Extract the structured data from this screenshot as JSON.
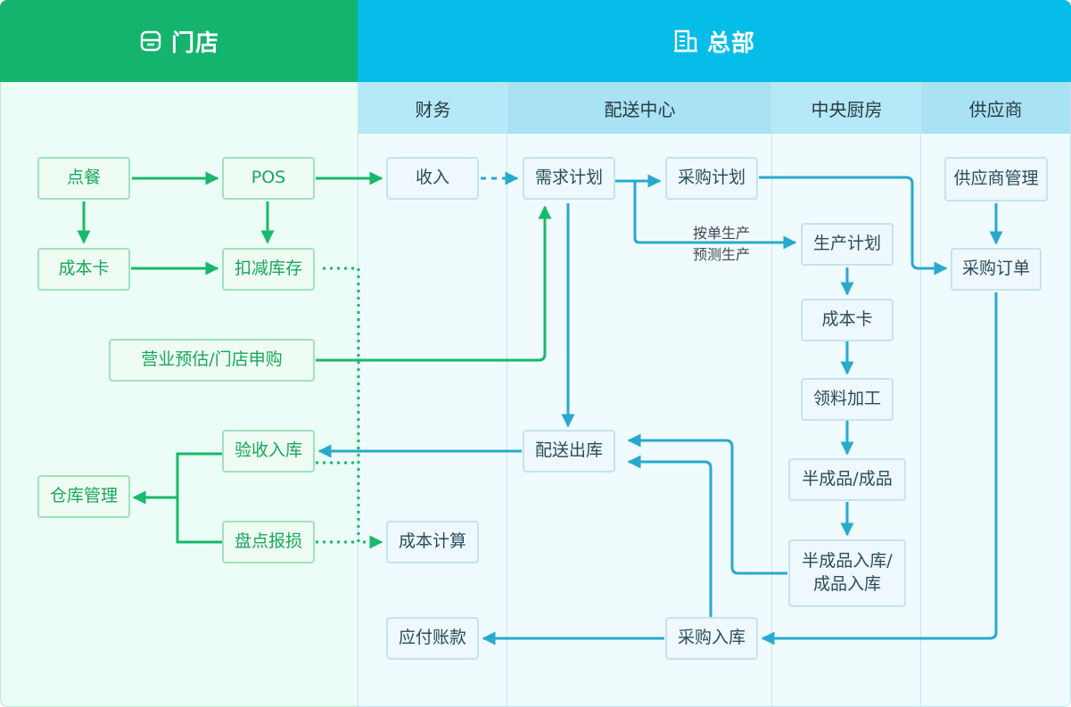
{
  "sections": {
    "store": {
      "title": "门店",
      "icon": "store-icon"
    },
    "hq": {
      "title": "总部",
      "icon": "building-icon"
    }
  },
  "columns": [
    "财务",
    "配送中心",
    "中央厨房",
    "供应商"
  ],
  "nodes": {
    "order": "点餐",
    "pos": "POS",
    "cost_card_store": "成本卡",
    "deduct_stock": "扣减库存",
    "forecast": "营业预估/门店申购",
    "receive_check": "验收入库",
    "warehouse": "仓库管理",
    "stocktake": "盘点报损",
    "income": "收入",
    "cost_calc": "成本计算",
    "payable": "应付账款",
    "demand_plan": "需求计划",
    "purchase_plan": "采购计划",
    "dispatch": "配送出库",
    "purchase_in": "采购入库",
    "prod_plan": "生产计划",
    "cost_card_kitchen": "成本卡",
    "material_process": "领料加工",
    "semi_finished": "半成品/成品",
    "semi_in_line1": "半成品入库/",
    "semi_in_line2": "成品入库",
    "supplier_mgmt": "供应商管理",
    "purchase_order": "采购订单"
  },
  "edge_labels": {
    "by_order": "按单生产",
    "by_forecast": "预测生产"
  },
  "colors": {
    "green": "#17b96a",
    "green_header": "#15b46e",
    "blue": "#27aacd",
    "blue_header": "#05bde8"
  }
}
